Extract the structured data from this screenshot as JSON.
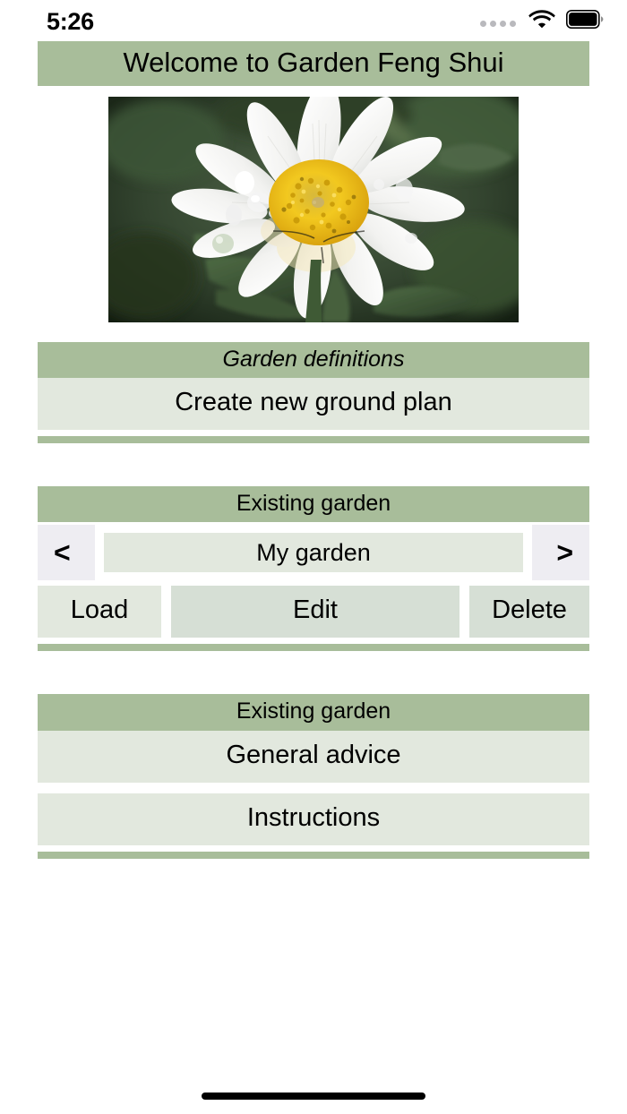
{
  "status_bar": {
    "time": "5:26",
    "signal_icon": "signal-dots-icon",
    "wifi_icon": "wifi-icon",
    "battery_icon": "battery-full-icon"
  },
  "header": {
    "title": "Welcome to Garden Feng Shui"
  },
  "hero": {
    "alt": "white-daisy-flower-photo"
  },
  "sections": {
    "definitions": {
      "header": "Garden definitions",
      "create_label": "Create new ground plan"
    },
    "existing": {
      "header": "Existing garden",
      "prev_label": "<",
      "next_label": ">",
      "garden_name": "My garden",
      "load_label": "Load",
      "edit_label": "Edit",
      "delete_label": "Delete"
    },
    "info": {
      "header": "Existing garden",
      "general_advice_label": "General advice",
      "instructions_label": "Instructions"
    }
  },
  "colors": {
    "header_green": "#a8bd9a",
    "button_green": "#e2e8de",
    "button_green_muted": "#d6dfd5",
    "nav_button_gray": "#eeedf2",
    "text": "#000000",
    "background": "#ffffff"
  }
}
